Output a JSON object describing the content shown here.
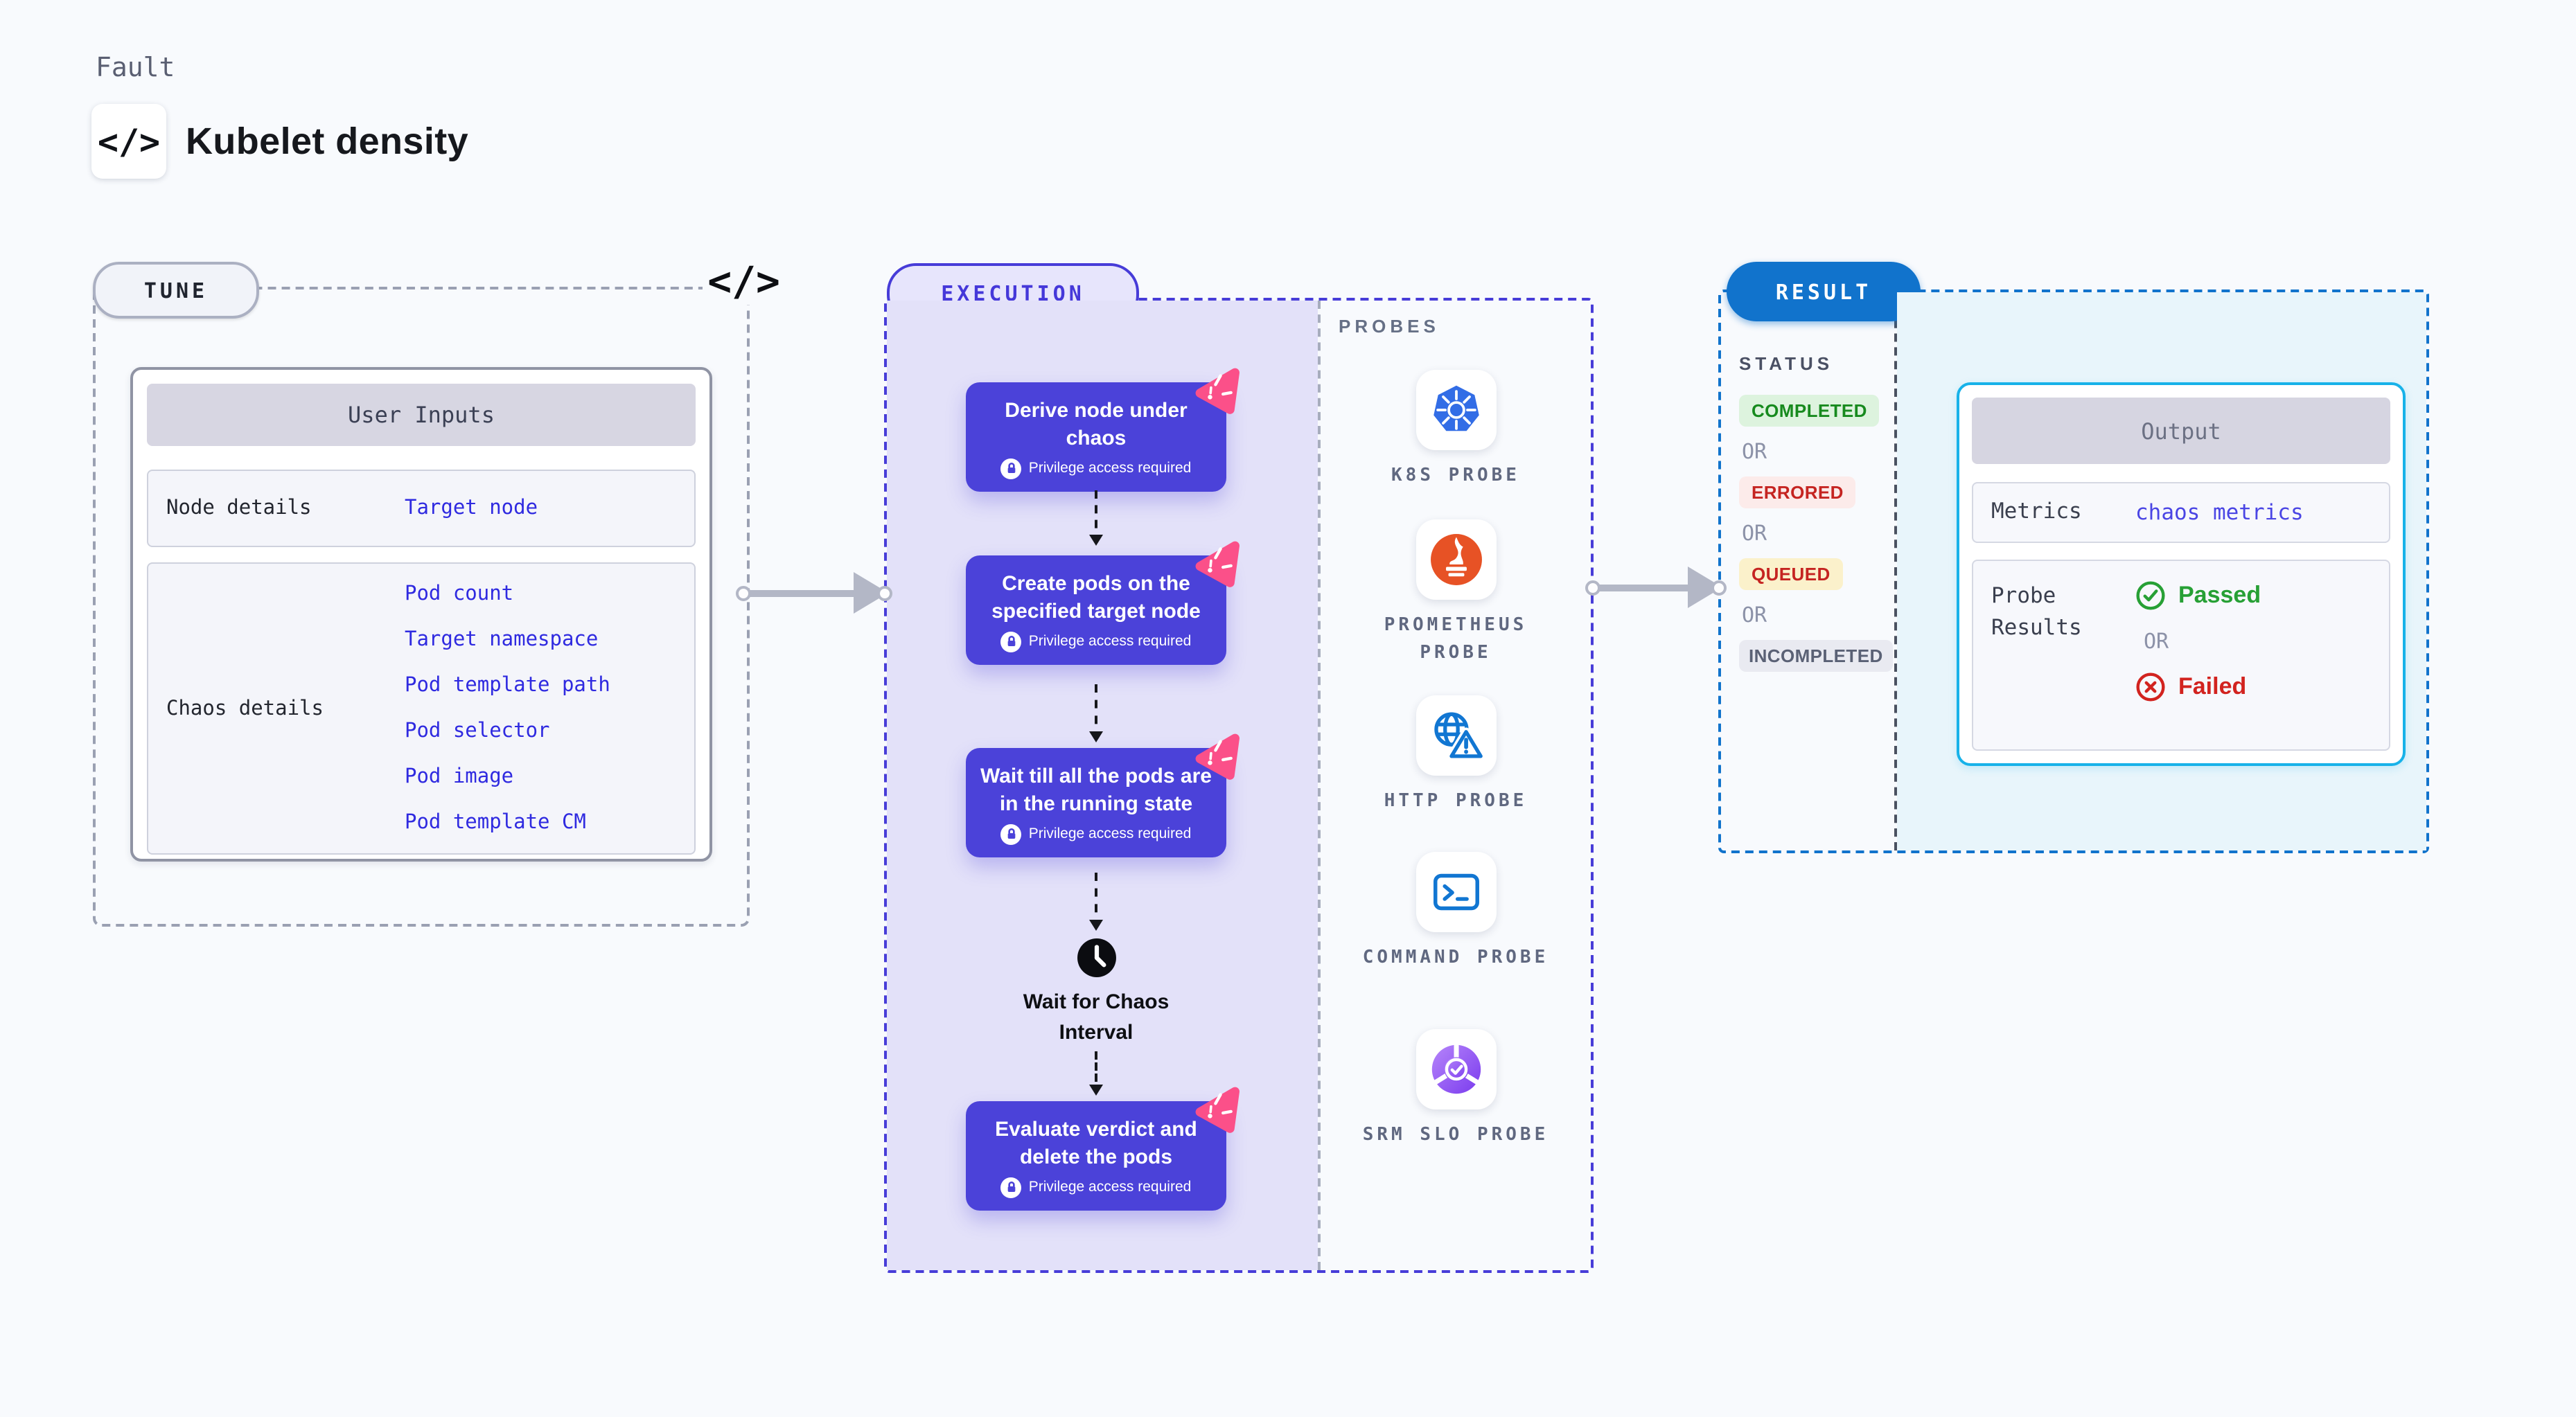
{
  "header": {
    "eyebrow": "Fault",
    "title": "Kubelet density",
    "code_icon_glyph": "</>"
  },
  "tune": {
    "pill": "TUNE",
    "code_icon_glyph": "</>",
    "table": {
      "header": "User Inputs",
      "node_row": {
        "label": "Node details",
        "links": [
          "Target node"
        ]
      },
      "chaos_row": {
        "label": "Chaos details",
        "links": [
          "Pod count",
          "Target namespace",
          "Pod template path",
          "Pod selector",
          "Pod image",
          "Pod template CM"
        ]
      }
    }
  },
  "execution": {
    "pill": "EXECUTION",
    "nodes": [
      {
        "title": "Derive node under chaos",
        "badge": "Privilege access required"
      },
      {
        "title": "Create pods on the specified target node",
        "badge": "Privilege access required"
      },
      {
        "title": "Wait till all the pods are in the running state",
        "badge": "Privilege access required"
      },
      {
        "title": "Evaluate verdict and delete the pods",
        "badge": "Privilege access required"
      }
    ],
    "wait_step": "Wait for Chaos Interval",
    "probes": {
      "title": "PROBES",
      "items": [
        {
          "label": "K8S PROBE",
          "icon": "kubernetes-icon"
        },
        {
          "label": "PROMETHEUS PROBE",
          "icon": "prometheus-icon"
        },
        {
          "label": "HTTP PROBE",
          "icon": "http-globe-warning-icon"
        },
        {
          "label": "COMMAND PROBE",
          "icon": "terminal-icon"
        },
        {
          "label": "SRM SLO PROBE",
          "icon": "srm-slo-icon"
        }
      ]
    }
  },
  "result": {
    "pill": "RESULT",
    "status": {
      "title": "STATUS",
      "or": "OR",
      "badges": [
        {
          "label": "COMPLETED",
          "type": "completed"
        },
        {
          "label": "ERRORED",
          "type": "errored"
        },
        {
          "label": "QUEUED",
          "type": "queued"
        },
        {
          "label": "INCOMPLETED",
          "type": "incompleted"
        }
      ]
    },
    "output": {
      "header": "Output",
      "metrics_label": "Metrics",
      "metrics_value": "chaos metrics",
      "probe_results_label": "Probe Results",
      "or": "OR",
      "passed": "Passed",
      "failed": "Failed"
    }
  },
  "colors": {
    "accent_indigo": "#4b42d9",
    "execution_dash_blue": "#473cd8",
    "result_blue": "#1173cc",
    "output_border_cyan": "#17b2e9",
    "link_blue": "#2f2ae0",
    "success_green": "#27a035",
    "error_red": "#d2231f",
    "chaos_pink": "#fb5089",
    "kubernetes_blue": "#326de6",
    "prometheus_orange": "#e75225"
  }
}
